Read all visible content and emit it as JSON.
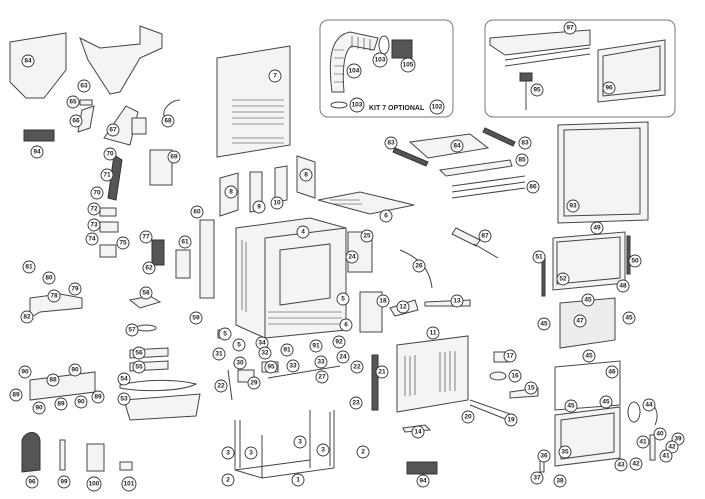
{
  "diagram": {
    "kit_label": "KIT 7 OPTIONAL",
    "part_numbers": [
      "84",
      "63",
      "65",
      "66",
      "67",
      "68",
      "94",
      "7",
      "69",
      "70",
      "71",
      "70",
      "72",
      "73",
      "74",
      "75",
      "77",
      "60",
      "61",
      "8",
      "9",
      "10",
      "8",
      "4",
      "104",
      "103",
      "105",
      "103",
      "102",
      "97",
      "95",
      "96",
      "83",
      "84",
      "83",
      "85",
      "86",
      "93",
      "6",
      "25",
      "87",
      "49",
      "81",
      "80",
      "79",
      "78",
      "82",
      "62",
      "58",
      "57",
      "59",
      "56",
      "55",
      "54",
      "53",
      "90",
      "90",
      "88",
      "89",
      "89",
      "90",
      "90",
      "89",
      "96",
      "99",
      "100",
      "101",
      "5",
      "5",
      "34",
      "32",
      "91",
      "91",
      "92",
      "31",
      "30",
      "29",
      "22",
      "95",
      "33",
      "33",
      "24",
      "27",
      "3",
      "3",
      "3",
      "3",
      "2",
      "1",
      "24",
      "26",
      "18",
      "12",
      "13",
      "11",
      "22",
      "21",
      "17",
      "16",
      "15",
      "23",
      "20",
      "19",
      "14",
      "2",
      "94",
      "51",
      "50",
      "52",
      "48",
      "45",
      "45",
      "47",
      "45",
      "45",
      "46",
      "45",
      "45",
      "44",
      "35",
      "36",
      "37",
      "38",
      "40",
      "41",
      "39",
      "42",
      "41",
      "42",
      "43",
      "5",
      "6"
    ]
  }
}
